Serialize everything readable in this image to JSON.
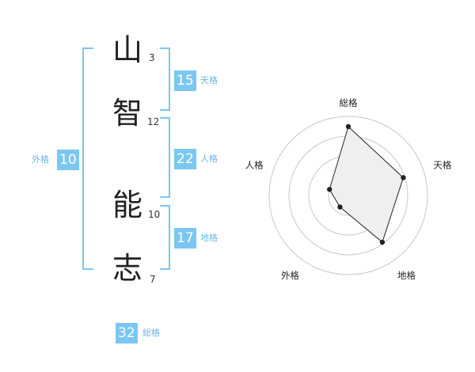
{
  "name": {
    "chars": [
      {
        "char": "山",
        "strokes": "3"
      },
      {
        "char": "智",
        "strokes": "12"
      },
      {
        "char": "能",
        "strokes": "10"
      },
      {
        "char": "志",
        "strokes": "7"
      }
    ]
  },
  "fortune": {
    "tenkaku": {
      "value": "15",
      "label": "天格"
    },
    "jinkaku": {
      "value": "22",
      "label": "人格"
    },
    "chikaku": {
      "value": "17",
      "label": "地格"
    },
    "gaikaku": {
      "value": "10",
      "label": "外格"
    },
    "soukaku": {
      "value": "32",
      "label": "総格"
    }
  },
  "chart_data": {
    "type": "radar",
    "axes": [
      "総格",
      "天格",
      "地格",
      "外格",
      "人格"
    ],
    "values": [
      0.87,
      0.73,
      0.73,
      0.18,
      0.25
    ],
    "rings": 4,
    "colors": {
      "fill": "#efefef",
      "line": "#222222",
      "grid": "#c8c8c8"
    }
  }
}
